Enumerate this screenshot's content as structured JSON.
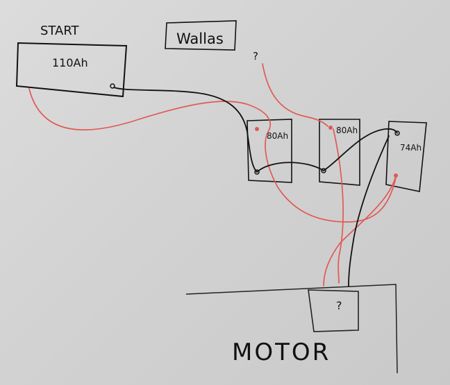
{
  "labels": {
    "start": "START",
    "start_battery": "110Ah",
    "wallas": "Wallas",
    "wallas_unknown": "?",
    "battery_a": "80Ah",
    "battery_b": "80Ah",
    "battery_c": "74Ah",
    "motor": "MOTOR",
    "motor_unknown": "?"
  },
  "colors": {
    "paper": "#d6d6d6",
    "ink": "#111111",
    "positive_wire": "#e05a55",
    "negative_wire": "#111111"
  }
}
